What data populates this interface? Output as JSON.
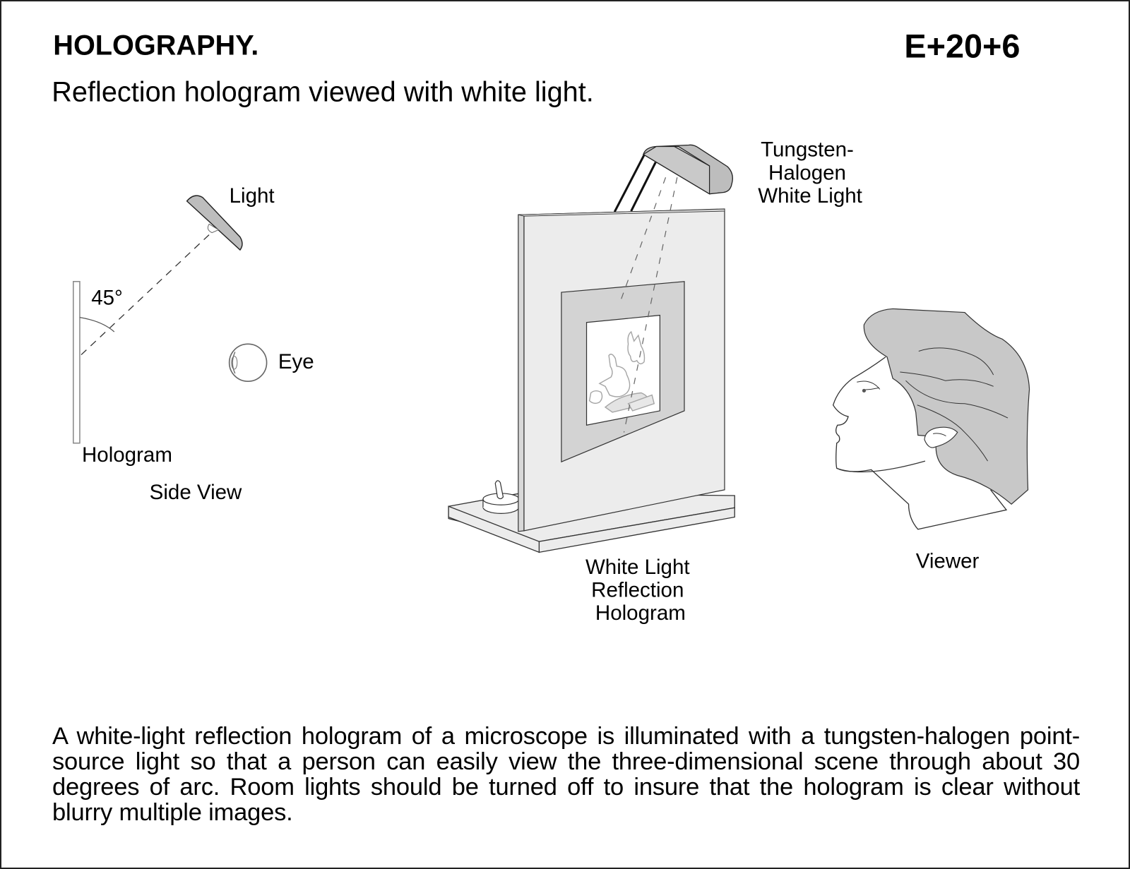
{
  "header": {
    "title": "HOLOGRAPHY.",
    "code": "E+20+6",
    "subtitle": "Reflection hologram viewed with white light."
  },
  "side_view": {
    "caption": "Side View",
    "labels": {
      "light": "Light",
      "angle": "45°",
      "eye": "Eye",
      "hologram": "Hologram"
    }
  },
  "setup": {
    "lamp_label": [
      "Tungsten-",
      "Halogen",
      "White Light"
    ],
    "hologram_label": [
      "White Light",
      "Reflection",
      "Hologram"
    ],
    "viewer_label": "Viewer"
  },
  "description": "A white-light reflection hologram of a microscope is illuminated with a tungsten-halogen point-source light so that a person can easily view the three-dimensional scene through about 30 degrees of arc. Room lights should be turned off to insure that the hologram is clear without blurry multiple images.",
  "colors": {
    "border": "#222222",
    "shade_dark": "#bdbdbd",
    "shade_mid": "#d3d3d3",
    "shade_light": "#ececec",
    "ink": "#000000"
  }
}
